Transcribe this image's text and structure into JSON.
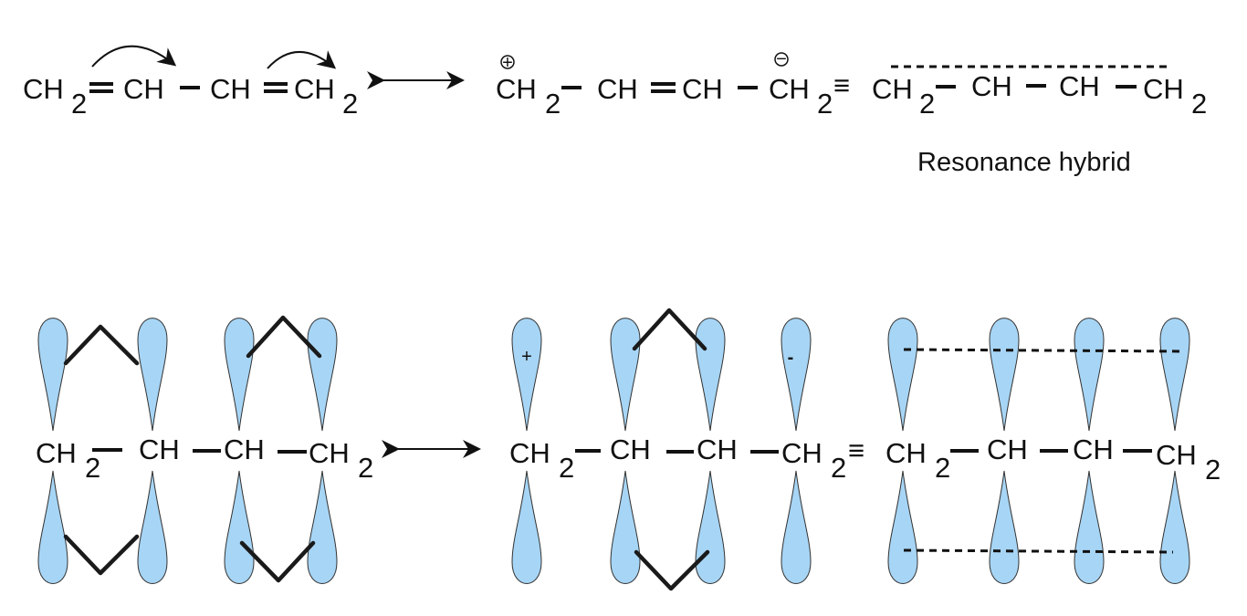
{
  "colors": {
    "orbital_lobe": "#a7d5f5",
    "text": "#111111"
  },
  "top_row": {
    "structure_1": {
      "groups": [
        "CH",
        "CH",
        "CH",
        "CH"
      ],
      "subscript": "2"
    },
    "structure_2": {
      "groups": [
        "CH",
        "CH",
        "CH",
        "CH"
      ],
      "subscript": "2",
      "charge_positive": "+",
      "charge_negative": "−"
    },
    "hybrid": {
      "groups": [
        "CH",
        "CH",
        "CH",
        "CH"
      ],
      "subscript": "2"
    },
    "equivalent_symbol": "≡",
    "hybrid_caption": "Resonance hybrid"
  },
  "bottom_row": {
    "structure_1": {
      "groups": [
        "CH",
        "CH",
        "CH",
        "CH"
      ],
      "subscript": "2"
    },
    "structure_2": {
      "groups": [
        "CH",
        "CH",
        "CH",
        "CH"
      ],
      "subscript": "2",
      "charge_positive": "+",
      "charge_negative": "-"
    },
    "hybrid": {
      "groups": [
        "CH",
        "CH",
        "CH",
        "CH"
      ],
      "subscript": "2"
    },
    "equivalent_symbol": "≡"
  }
}
